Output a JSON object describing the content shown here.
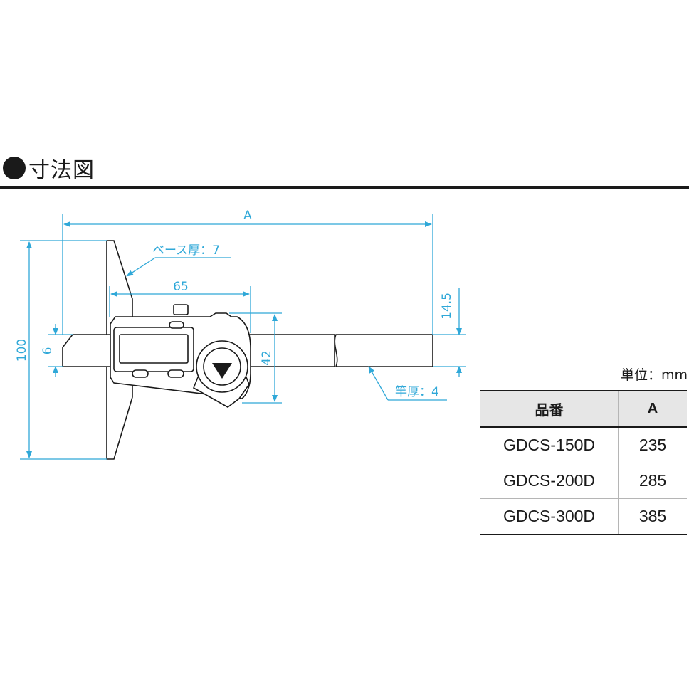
{
  "heading": {
    "title": "寸法図"
  },
  "dimensions": {
    "overall": "A",
    "base_thickness": "ベース厚：7",
    "body_length": "65",
    "top_offset": "14.5",
    "height": "100",
    "beam_height": "6",
    "body_height": "42",
    "rod_thickness": "竿厚：4"
  },
  "unit_label": "単位：mm",
  "table": {
    "headers": [
      "品番",
      "A"
    ],
    "rows": [
      [
        "GDCS-150D",
        "235"
      ],
      [
        "GDCS-200D",
        "285"
      ],
      [
        "GDCS-300D",
        "385"
      ]
    ]
  },
  "colors": {
    "dimension": "#2fa8d8",
    "ink": "#1a1a1a",
    "header_bg": "#e6e6e6"
  }
}
